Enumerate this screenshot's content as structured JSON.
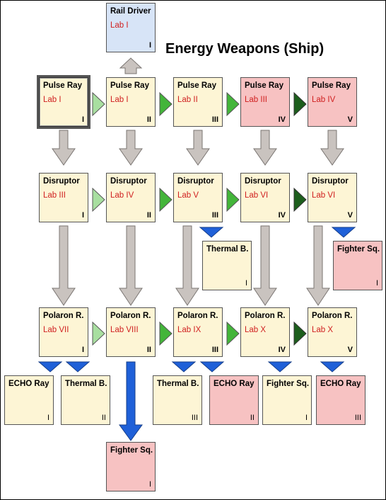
{
  "title": "Energy Weapons (Ship)",
  "colors": {
    "box_default": "#fdf5d5",
    "box_blue": "#d7e4f7",
    "box_red": "#f7c2c2",
    "lab_text": "#d02020",
    "arrow_grey": "#c9c3bf",
    "arrow_light_green": "#a8dfa0",
    "arrow_green": "#43b53a",
    "arrow_dark_green": "#1c5e1c",
    "arrow_blue": "#1f60d8"
  },
  "boxes": {
    "rail_driver": {
      "name": "Rail Driver",
      "lab": "Lab I",
      "tier": "I"
    },
    "pulse_ray_1": {
      "name": "Pulse Ray",
      "lab": "Lab I",
      "tier": "I"
    },
    "pulse_ray_2": {
      "name": "Pulse Ray",
      "lab": "Lab I",
      "tier": "II"
    },
    "pulse_ray_3": {
      "name": "Pulse Ray",
      "lab": "Lab II",
      "tier": "III"
    },
    "pulse_ray_4": {
      "name": "Pulse Ray",
      "lab": "Lab III",
      "tier": "IV"
    },
    "pulse_ray_5": {
      "name": "Pulse Ray",
      "lab": "Lab IV",
      "tier": "V"
    },
    "disruptor_1": {
      "name": "Disruptor",
      "lab": "Lab III",
      "tier": "I"
    },
    "disruptor_2": {
      "name": "Disruptor",
      "lab": "Lab IV",
      "tier": "II"
    },
    "disruptor_3": {
      "name": "Disruptor",
      "lab": "Lab V",
      "tier": "III"
    },
    "disruptor_4": {
      "name": "Disruptor",
      "lab": "Lab VI",
      "tier": "IV"
    },
    "disruptor_5": {
      "name": "Disruptor",
      "lab": "Lab VI",
      "tier": "V"
    },
    "thermal_b_d": {
      "name": "Thermal B.",
      "tier": "I"
    },
    "fighter_sq_d": {
      "name": "Fighter Sq.",
      "tier": "I"
    },
    "polaron_1": {
      "name": "Polaron R.",
      "lab": "Lab VII",
      "tier": "I"
    },
    "polaron_2": {
      "name": "Polaron R.",
      "lab": "Lab VIII",
      "tier": "II"
    },
    "polaron_3": {
      "name": "Polaron R.",
      "lab": "Lab IX",
      "tier": "III"
    },
    "polaron_4": {
      "name": "Polaron R.",
      "lab": "Lab X",
      "tier": "IV"
    },
    "polaron_5": {
      "name": "Polaron R.",
      "lab": "Lab X",
      "tier": "V"
    },
    "echo_ray_1": {
      "name": "ECHO Ray",
      "tier": "I"
    },
    "thermal_b_2": {
      "name": "Thermal B.",
      "tier": "II"
    },
    "thermal_b_3": {
      "name": "Thermal B.",
      "tier": "III"
    },
    "echo_ray_2": {
      "name": "ECHO Ray",
      "tier": "II"
    },
    "fighter_sq_1": {
      "name": "Fighter Sq.",
      "tier": "I"
    },
    "echo_ray_3": {
      "name": "ECHO Ray",
      "tier": "III"
    },
    "fighter_sq_p": {
      "name": "Fighter Sq.",
      "tier": "I"
    }
  }
}
